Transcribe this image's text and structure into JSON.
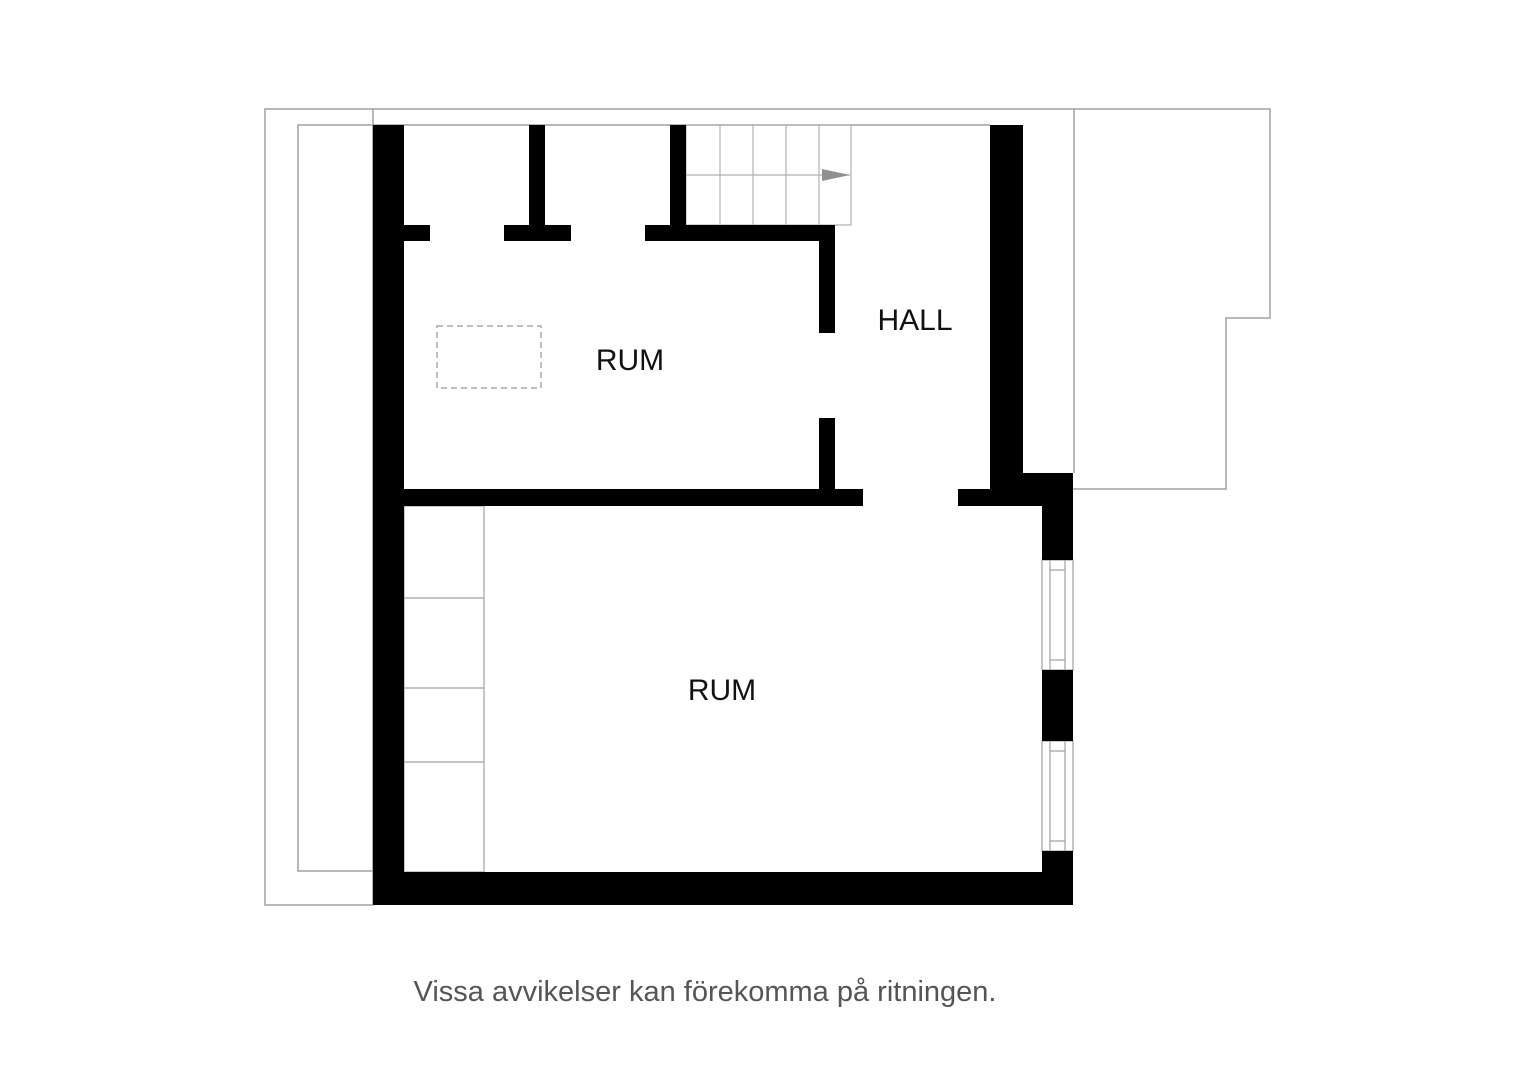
{
  "rooms": {
    "upper_room": "RUM",
    "hall": "HALL",
    "lower_room": "RUM"
  },
  "disclaimer": "Vissa avvikelser kan förekomma på ritningen.",
  "colors": {
    "wall": "#000000",
    "thin_line": "#a0a0a0",
    "dashed_furniture": "#a8a8a8",
    "disclaimer_text": "#555555"
  }
}
